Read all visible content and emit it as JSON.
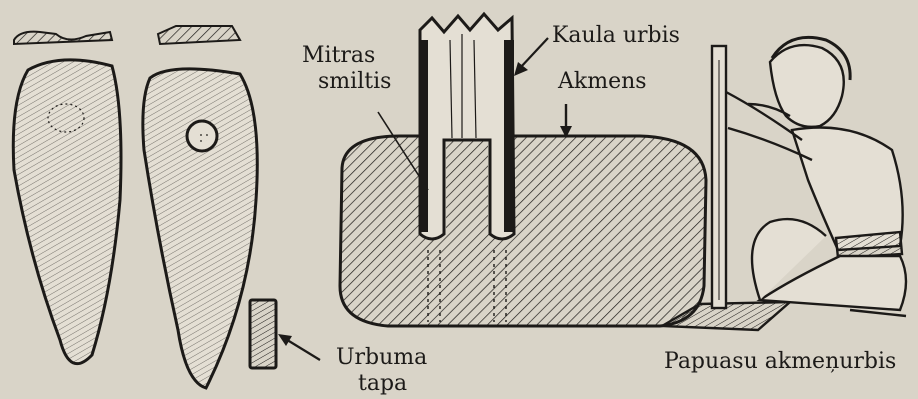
{
  "labels": {
    "drill_bone": "Kaula urbis",
    "wet_sand_line1": "Mitras",
    "wet_sand_line2": "smiltis",
    "stone": "Akmens",
    "drill_core_line1": "Urbuma",
    "drill_core_line2": "tapa",
    "caption_right": "Papuasu akmeņurbis"
  },
  "colors": {
    "paper": "#d9d4c8",
    "ink": "#1c1a18"
  }
}
